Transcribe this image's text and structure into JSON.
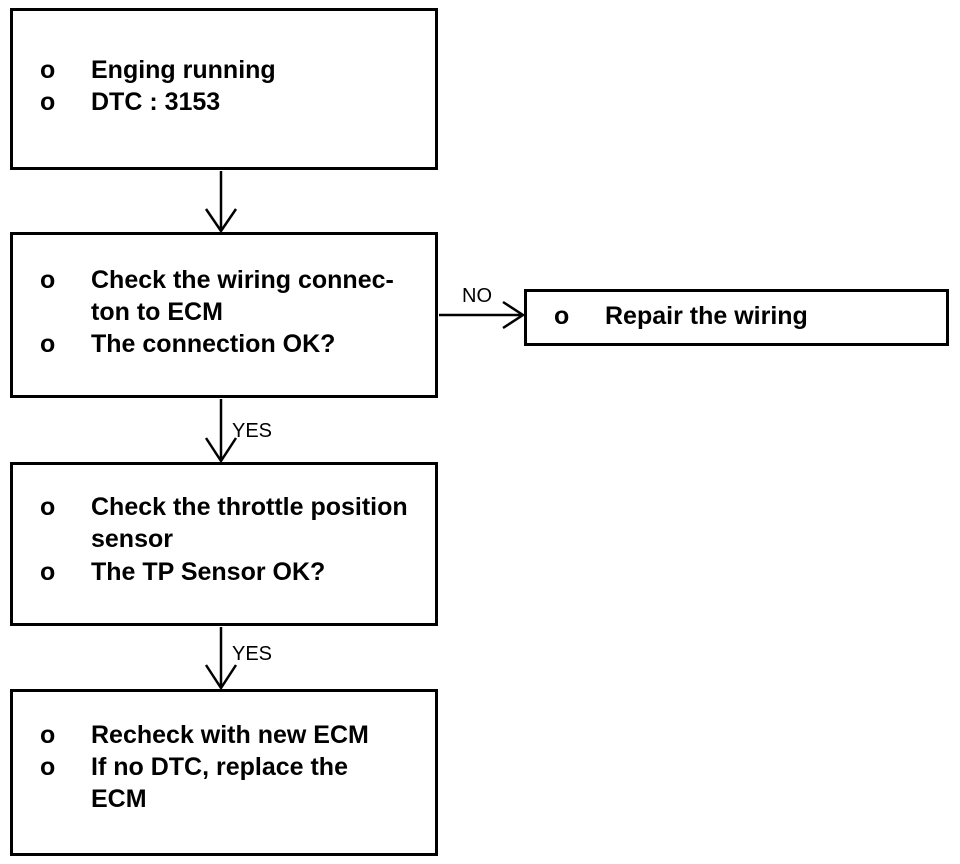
{
  "boxes": {
    "start": {
      "items": [
        {
          "bullet": "o",
          "text": "Enging running"
        },
        {
          "bullet": "o",
          "text": "DTC : 3153"
        }
      ]
    },
    "wiring": {
      "items": [
        {
          "bullet": "o",
          "text": "Check the wiring connec-\nton to ECM"
        },
        {
          "bullet": "o",
          "text": "The connection OK?"
        }
      ]
    },
    "repair": {
      "items": [
        {
          "bullet": "o",
          "text": "Repair the wiring"
        }
      ]
    },
    "tps": {
      "items": [
        {
          "bullet": "o",
          "text": "Check the throttle position\nsensor"
        },
        {
          "bullet": "o",
          "text": "The TP Sensor OK?"
        }
      ]
    },
    "ecm": {
      "items": [
        {
          "bullet": "o",
          "text": "Recheck with new ECM"
        },
        {
          "bullet": "o",
          "text": "If no DTC, replace the\nECM"
        }
      ]
    }
  },
  "labels": {
    "no": "NO",
    "yes1": "YES",
    "yes2": "YES"
  }
}
